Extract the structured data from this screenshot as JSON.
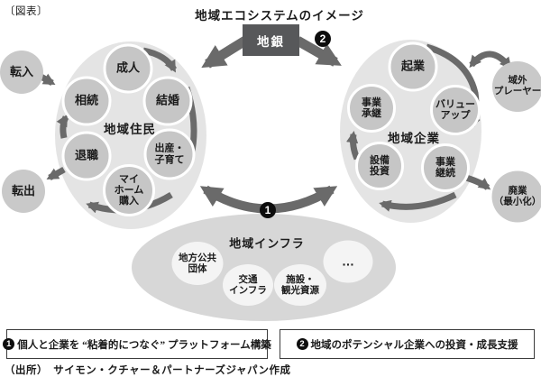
{
  "figure_label": "〔図表〕",
  "title": "地域エコシステムのイメージ",
  "bank": {
    "label": "地銀"
  },
  "badge1": "1",
  "badge2": "2",
  "left_cycle": {
    "center_label": "地域住民",
    "adult": "成人",
    "marriage": "結婚",
    "childbirth": "出産・\n子育て",
    "home_purchase": "マイ\nホーム\n購入",
    "retirement": "退職",
    "inheritance": "相続",
    "move_in": "転入",
    "move_out": "転出"
  },
  "right_cycle": {
    "center_label": "地域企業",
    "startup": "起業",
    "succession": "事業\n承継",
    "value_up": "バリュー\nアップ",
    "capex": "設備\n投資",
    "continuity": "事業\n継続",
    "external_player": "域外\nプレーヤー",
    "closure": "廃業\n（最小化）"
  },
  "infrastructure": {
    "label": "地域インフラ",
    "municipality": "地方公共\n団体",
    "transport": "交通\nインフラ",
    "facilities": "施設・\n観光資源",
    "others": "…"
  },
  "notes": {
    "note1_badge": "1",
    "note1_text": "個人と企業を “粘着的につなぐ” プラットフォーム構築",
    "note2_badge": "2",
    "note2_text": "地域のポテンシャル企業への投資・成長支援"
  },
  "source": "（出所）　サイモン・クチャー＆パートナーズジャパン作成",
  "colors": {
    "ellipse_fill": "#e4e4e4",
    "node_fill": "#c6c6c6",
    "infra_fill": "#d7d7d7",
    "infra_node_fill": "#f4f4f4",
    "arrow": "#6a6a6a",
    "bank_fill": "#57585a",
    "badge_fill": "#0d0d0d"
  }
}
